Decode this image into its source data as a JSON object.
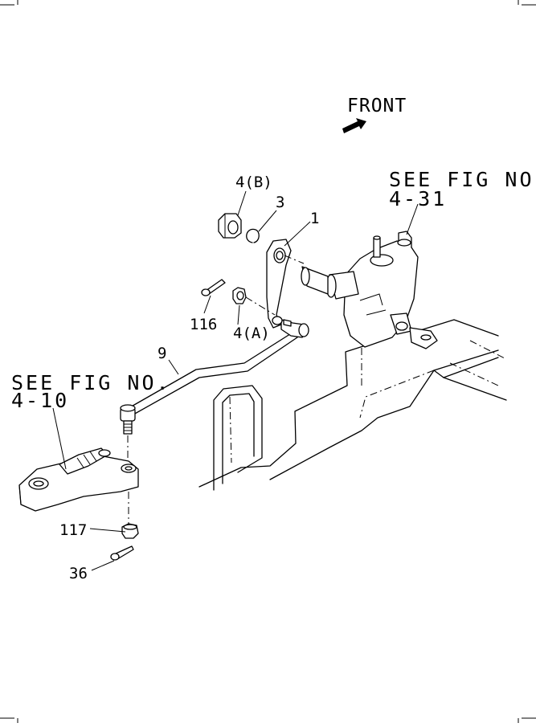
{
  "front_label": "FRONT",
  "see_fig_right": {
    "line1": "SEE FIG NO.",
    "line2": "4-31"
  },
  "see_fig_left": {
    "line1": "SEE FIG NO.",
    "line2": "4-10"
  },
  "callouts": {
    "p4b": "4(B)",
    "p3": "3",
    "p1": "1",
    "p116": "116",
    "p4a": "4(A)",
    "p9": "9",
    "p117": "117",
    "p36": "36"
  }
}
